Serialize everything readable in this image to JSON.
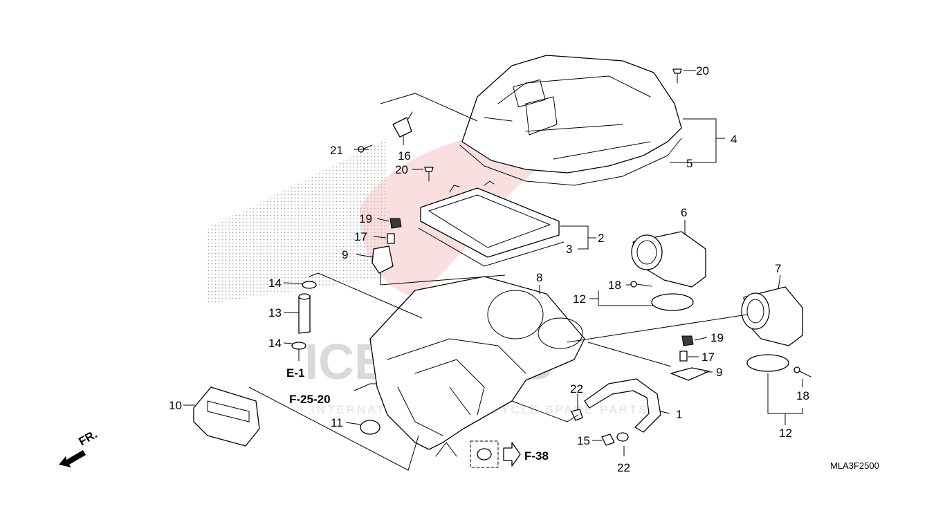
{
  "watermark": {
    "brand_text": "ICEPARTS",
    "tagline": "INTERNATIONAL MOTORCYCLE SPARE PARTS",
    "accent_color": "#e23b3b"
  },
  "diagram_code": "MLA3F2500",
  "direction_label": "FR.",
  "cross_refs": [
    "E-1",
    "F-25-20",
    "F-38"
  ],
  "callouts": {
    "c1": "1",
    "c2": "2",
    "c3": "3",
    "c4": "4",
    "c5": "5",
    "c6": "6",
    "c7": "7",
    "c8": "8",
    "c9a": "9",
    "c9b": "9",
    "c10": "10",
    "c11": "11",
    "c12a": "12",
    "c12b": "12",
    "c13": "13",
    "c14a": "14",
    "c14b": "14",
    "c15": "15",
    "c16": "16",
    "c17a": "17",
    "c17b": "17",
    "c18a": "18",
    "c18b": "18",
    "c19a": "19",
    "c19b": "19",
    "c20a": "20",
    "c20b": "20",
    "c21": "21",
    "c22a": "22",
    "c22b": "22"
  }
}
